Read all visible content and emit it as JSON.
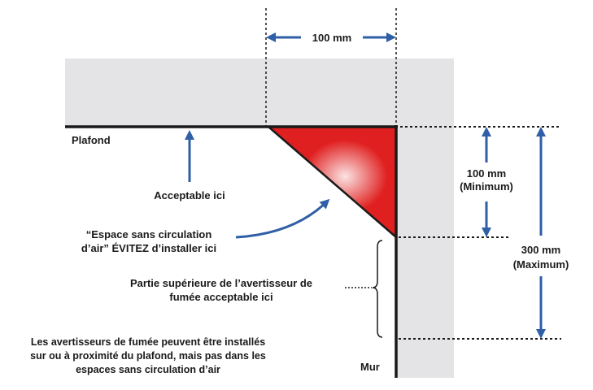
{
  "labels": {
    "width_dimension": "100 mm",
    "ceiling": "Plafond",
    "acceptable_here": "Acceptable ici",
    "dead_air_line1": "“Espace sans circulation",
    "dead_air_line2": "d’air”  ÉVITEZ d’installer ici",
    "min_value": "100 mm",
    "min_note": "(Minimum)",
    "max_value": "300 mm",
    "max_note": "(Maximum)",
    "top_of_alarm_line1": "Partie supérieure de l’avertisseur de",
    "top_of_alarm_line2": "fumée acceptable ici",
    "footnote_line1": "Les avertisseurs de fumée peuvent être installés",
    "footnote_line2": "sur ou à proximité du plafond, mais pas dans les",
    "footnote_line3": "espaces sans circulation d’air",
    "wall": "Mur"
  },
  "colors": {
    "structure_fill": "#e4e4e6",
    "line": "#1a1a1a",
    "arrow_blue": "#2f5fa6",
    "dead_air_red": "#e02020",
    "dead_air_highlight": "#fbe3e3"
  }
}
